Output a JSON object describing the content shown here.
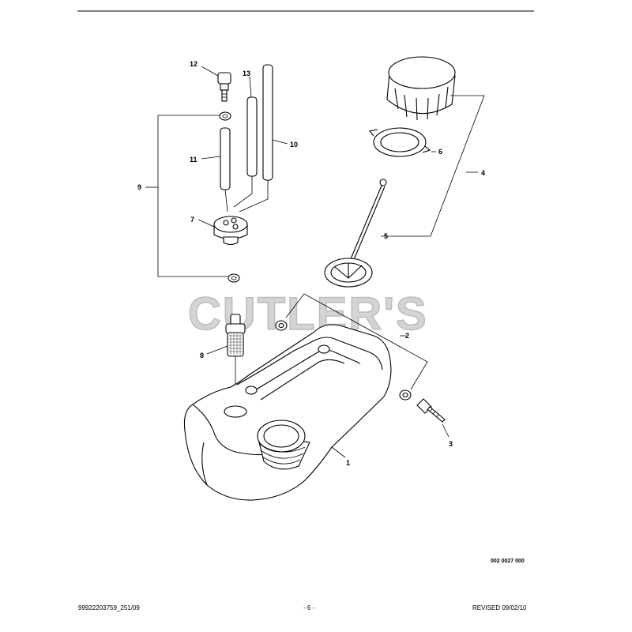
{
  "watermark": "CUTLER'S",
  "callouts": {
    "c1": "1",
    "c2": "2",
    "c3": "3",
    "c4": "4",
    "c5": "5",
    "c6": "6",
    "c7": "7",
    "c8": "8",
    "c9": "9",
    "c10": "10",
    "c11": "11",
    "c12": "12",
    "c13": "13"
  },
  "drawing_number": "002 0027 000",
  "footer": {
    "left": "99922203759_251/09",
    "center": "- 6 -",
    "right": "REVISED 09/02/10"
  }
}
